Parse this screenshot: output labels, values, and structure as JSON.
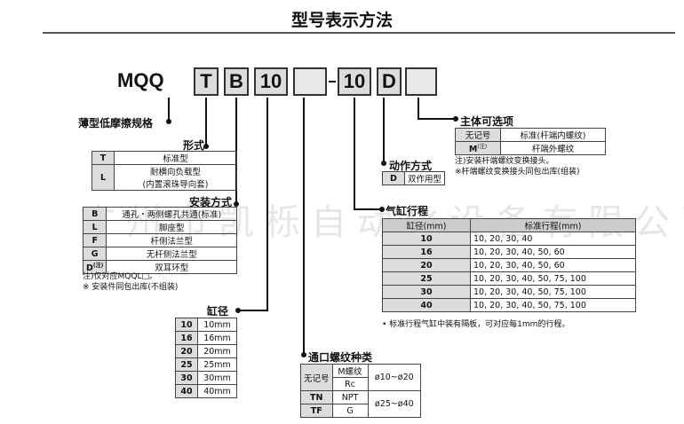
{
  "title": "型号表示方法",
  "code": {
    "series": "MQQ",
    "boxes": [
      "T",
      "B",
      "10",
      "",
      "10",
      "D",
      ""
    ]
  },
  "watermark": "广州市凯栎自动化设备有限公司",
  "series_label": "薄型低摩擦规格",
  "form": {
    "label": "形式",
    "rows": [
      {
        "k": "T",
        "v": "标准型"
      },
      {
        "k": "L",
        "v": "耐横向负载型",
        "v2": "(内置滚珠导向套)"
      }
    ]
  },
  "mount": {
    "label": "安装方式",
    "rows": [
      {
        "k": "B",
        "v": "通孔・两侧螺孔共通(标准)"
      },
      {
        "k": "L",
        "v": "脚座型"
      },
      {
        "k": "F",
        "v": "杆侧法兰型"
      },
      {
        "k": "G",
        "v": "无杆侧法兰型"
      },
      {
        "k": "D",
        "ksup": "(注)",
        "v": "双耳环型"
      }
    ],
    "note1": "注)仅对应MQQL□。",
    "note2": "※ 安装件同包出库(不组装)"
  },
  "bore": {
    "label": "缸径",
    "rows": [
      {
        "k": "10",
        "v": "10mm"
      },
      {
        "k": "16",
        "v": "16mm"
      },
      {
        "k": "20",
        "v": "20mm"
      },
      {
        "k": "25",
        "v": "25mm"
      },
      {
        "k": "30",
        "v": "30mm"
      },
      {
        "k": "40",
        "v": "40mm"
      }
    ]
  },
  "port": {
    "label": "通口螺纹种类",
    "rows": [
      {
        "k": "无记号",
        "t": "M螺纹",
        "r": "ø10~ø20"
      },
      {
        "k": "",
        "t": "Rc",
        "r": ""
      },
      {
        "k": "TN",
        "t": "NPT",
        "r": "ø25~ø40"
      },
      {
        "k": "TF",
        "t": "G",
        "r": ""
      }
    ]
  },
  "stroke": {
    "label": "气缸行程",
    "headers": [
      "缸径(mm)",
      "标准行程(mm)"
    ],
    "rows": [
      {
        "k": "10",
        "v": "10, 20, 30, 40"
      },
      {
        "k": "16",
        "v": "10, 20, 30, 40, 50, 60"
      },
      {
        "k": "20",
        "v": "10, 20, 30, 40, 50, 60"
      },
      {
        "k": "25",
        "v": "10, 20, 30, 40, 50, 75, 100"
      },
      {
        "k": "30",
        "v": "10, 20, 30, 40, 50, 75, 100"
      },
      {
        "k": "40",
        "v": "10, 20, 30, 40, 50, 75, 100"
      }
    ],
    "note": "• 标准行程气缸中装有隔板，可对应每1mm的行程。"
  },
  "action": {
    "label": "动作方式",
    "k": "D",
    "v": "双作用型"
  },
  "option": {
    "label": "主体可选项",
    "rows": [
      {
        "k": "无记号",
        "v": "标准(杆端内螺纹)"
      },
      {
        "k": "M",
        "ksup": "(注)",
        "v": "杆端外螺纹"
      }
    ],
    "note1": "注)安装杆端螺纹变换接头。",
    "note2": "※杆端螺纹变换接头同包出库(组装)"
  }
}
